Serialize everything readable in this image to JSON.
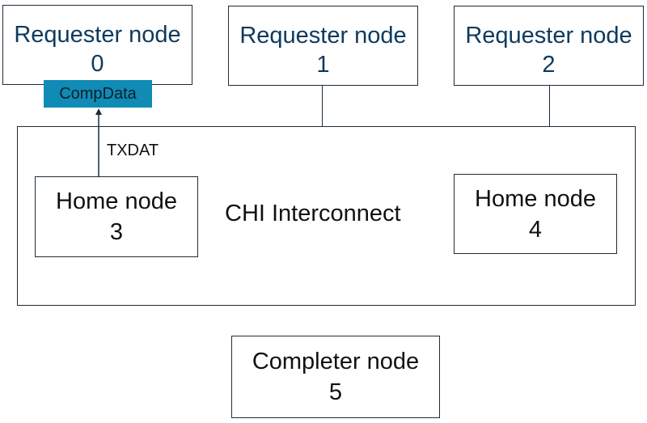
{
  "requester_nodes": [
    {
      "name": "Requester node",
      "id": "0"
    },
    {
      "name": "Requester node",
      "id": "1"
    },
    {
      "name": "Requester node",
      "id": "2"
    }
  ],
  "interconnect": {
    "label": "CHI Interconnect"
  },
  "home_nodes": [
    {
      "name": "Home node",
      "id": "3"
    },
    {
      "name": "Home node",
      "id": "4"
    }
  ],
  "completer_node": {
    "name": "Completer node",
    "id": "5"
  },
  "message": {
    "label": "CompData",
    "color": "#0f8bb5"
  },
  "channel": {
    "label": "TXDAT"
  },
  "colors": {
    "requester_text": "#0d3a5e",
    "border": "#1d2b3a"
  }
}
